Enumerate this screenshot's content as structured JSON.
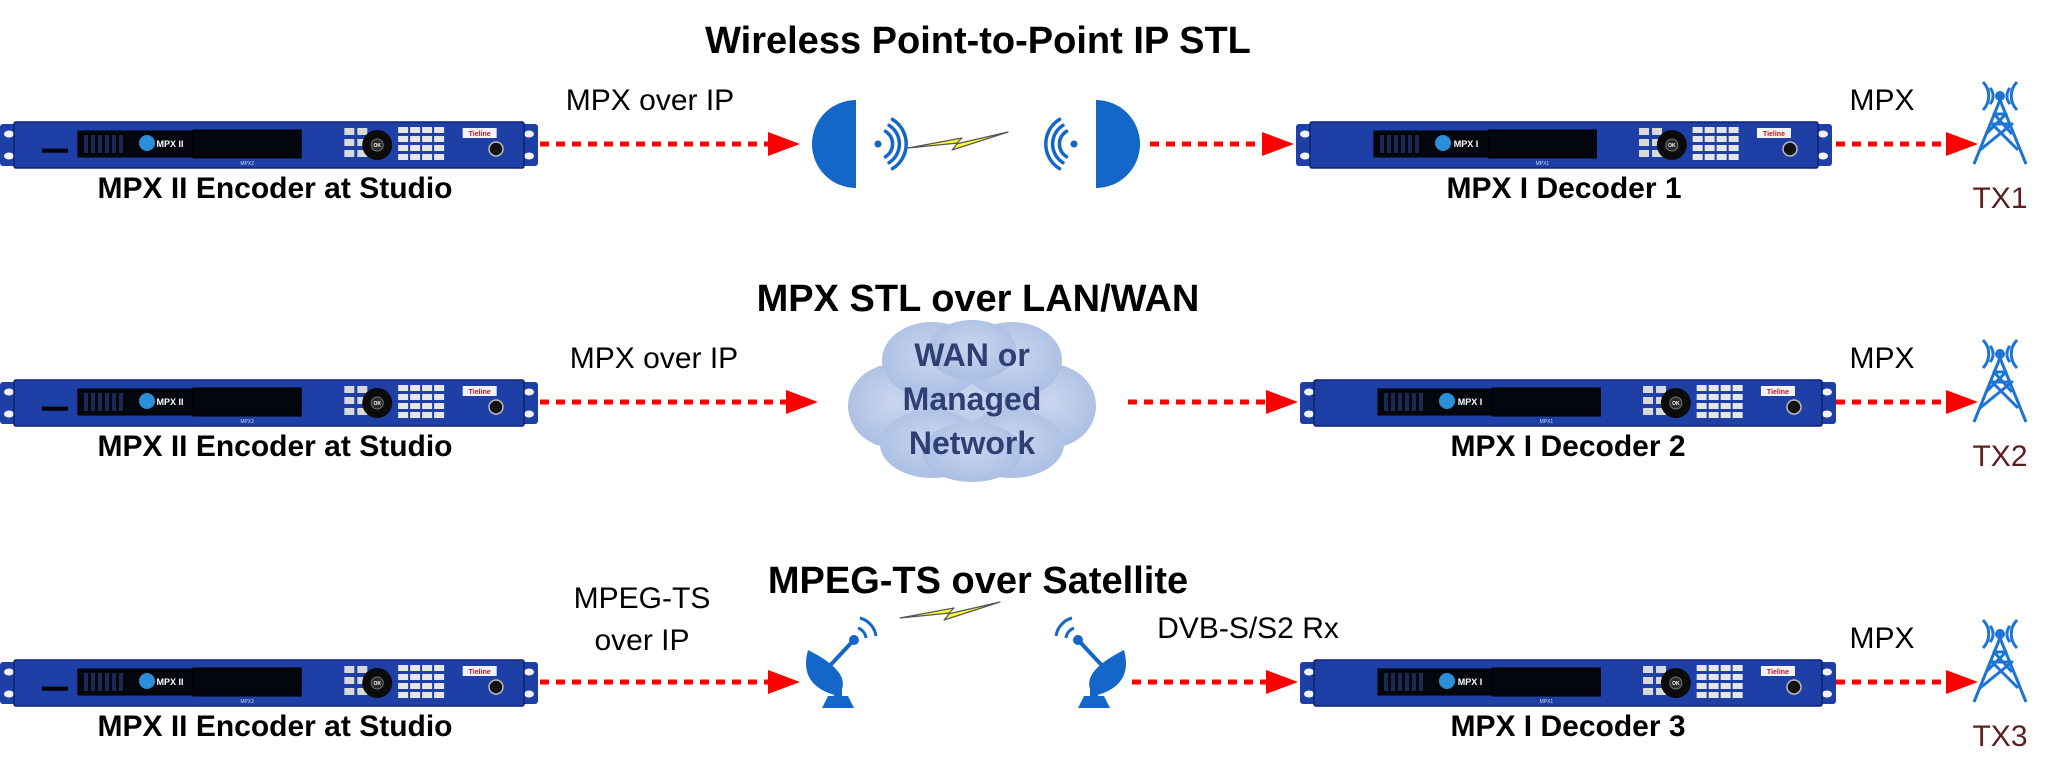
{
  "rows": [
    {
      "title": "Wireless Point-to-Point IP STL",
      "encoder_label": "MPX II Encoder at Studio",
      "link_label_lines": [
        "MPX over IP"
      ],
      "medium": "wireless",
      "rx_label": "",
      "decoder_label": "MPX I Decoder 1",
      "out_label": "MPX",
      "tx_label": "TX1"
    },
    {
      "title": "MPX STL over LAN/WAN",
      "encoder_label": "MPX II Encoder at Studio",
      "link_label_lines": [
        "MPX over IP"
      ],
      "medium": "cloud",
      "cloud_lines": [
        "WAN or",
        "Managed",
        "Network"
      ],
      "rx_label": "",
      "decoder_label": "MPX I Decoder 2",
      "out_label": "MPX",
      "tx_label": "TX2"
    },
    {
      "title": "MPEG-TS over Satellite",
      "encoder_label": "MPX II Encoder at Studio",
      "link_label_lines": [
        "MPEG-TS",
        "over IP"
      ],
      "medium": "satellite",
      "rx_label": "DVB-S/S2 Rx",
      "decoder_label": "MPX I Decoder 3",
      "out_label": "MPX",
      "tx_label": "TX3"
    }
  ],
  "device": {
    "encoder_model": "MPX II",
    "decoder_model": "MPX I",
    "encoder_front_text": "MPX2",
    "decoder_front_text": "MPX1",
    "brand": "Tieline",
    "keypad_center": "OK"
  },
  "colors": {
    "chassis": "#1d3fa6",
    "arrow": "#ff0000",
    "dish": "#1566c9",
    "cloud": "#b6c6e6",
    "cloud_text": "#2f3f73",
    "bolt": "#ffff33",
    "tx_text": "#5b1f1f",
    "tower": "#1c74d4"
  }
}
